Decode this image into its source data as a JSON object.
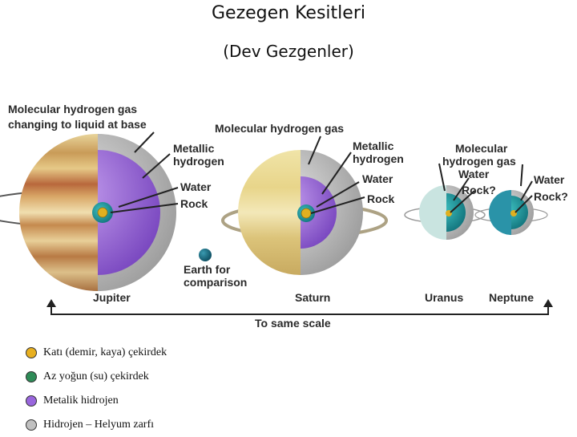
{
  "title": "Gezegen Kesitleri",
  "subtitle": "(Dev Gezgenler)",
  "diagram": {
    "labels": {
      "jupiter_gas": [
        "Molecular hydrogen gas",
        "changing to liquid at base"
      ],
      "jupiter_metallic": [
        "Metallic",
        "hydrogen"
      ],
      "jupiter_water": "Water",
      "jupiter_rock": "Rock",
      "saturn_gas": "Molecular hydrogen gas",
      "saturn_metallic": [
        "Metallic",
        "hydrogen"
      ],
      "saturn_water": "Water",
      "saturn_rock": "Rock",
      "uranus_gas": [
        "Molecular",
        "hydrogen gas"
      ],
      "uranus_water": "Water",
      "uranus_rock": "Rock?",
      "neptune_water": "Water",
      "neptune_rock": "Rock?",
      "earth": [
        "Earth for",
        "comparison"
      ]
    },
    "planets": {
      "jupiter": "Jupiter",
      "saturn": "Saturn",
      "uranus": "Uranus",
      "neptune": "Neptune"
    },
    "scale_label": "To same scale",
    "colors": {
      "gas_shell": "#c8c8c8",
      "metallic_hydrogen": "#9b68d6",
      "water_core": "#1a8a8a",
      "rock_core": "#e0b020"
    }
  },
  "legend": [
    {
      "label": "Katı (demir, kaya) çekirdek",
      "color": "#e8b020"
    },
    {
      "label": "Az yoğun (su) çekirdek",
      "color": "#2e8b57"
    },
    {
      "label": "Metalik hidrojen",
      "color": "#9966dd"
    },
    {
      "label": "Hidrojen – Helyum zarfı",
      "color": "#c0c0c0"
    }
  ]
}
